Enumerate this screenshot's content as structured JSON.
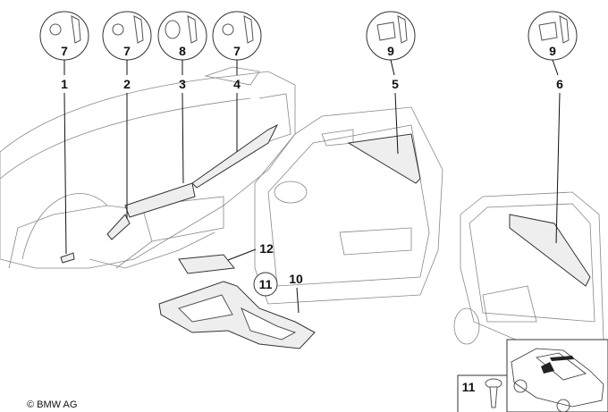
{
  "callouts": [
    {
      "part": "7",
      "label": "1",
      "icon": "clip-icon"
    },
    {
      "part": "7",
      "label": "2",
      "icon": "clip-icon"
    },
    {
      "part": "8",
      "label": "3",
      "icon": "expanding-rivet-icon"
    },
    {
      "part": "7",
      "label": "4",
      "icon": "clip-icon"
    },
    {
      "part": "9",
      "label": "5",
      "icon": "bracket-clip-icon"
    },
    {
      "part": "9",
      "label": "6",
      "icon": "bracket-clip-icon"
    }
  ],
  "labels": {
    "console_trim_top": "12",
    "screw_circled": "11",
    "console_trim": "10",
    "screw_inset": "11"
  },
  "copyright": "© BMW AG"
}
